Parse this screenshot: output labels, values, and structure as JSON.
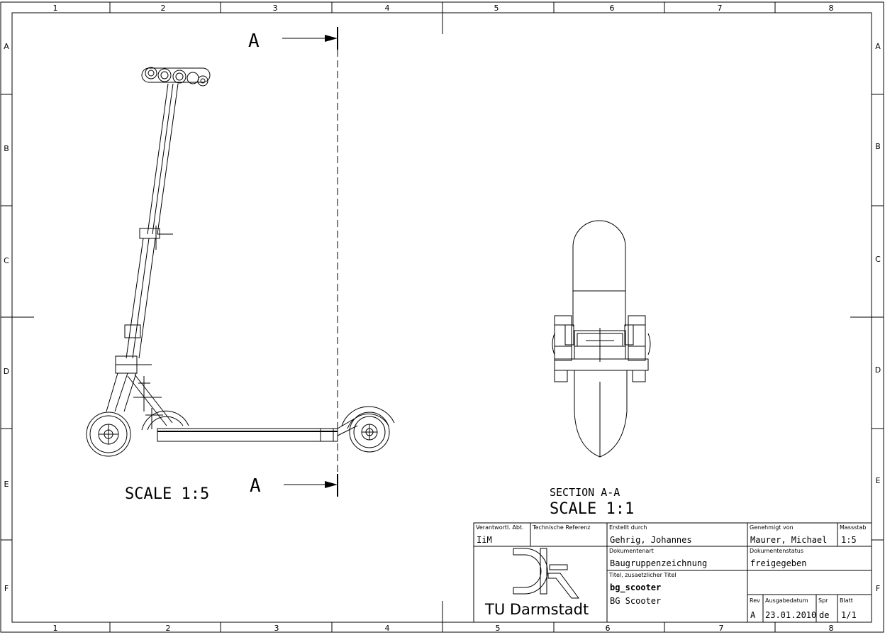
{
  "sheet": {
    "columns": [
      "1",
      "2",
      "3",
      "4",
      "5",
      "6",
      "7",
      "8"
    ],
    "rows": [
      "A",
      "B",
      "C",
      "D",
      "E",
      "F"
    ]
  },
  "section_marker": {
    "letter_top": "A",
    "letter_bottom": "A"
  },
  "views": {
    "main_scale": "SCALE 1:5",
    "section_title": "SECTION A-A",
    "section_scale": "SCALE 1:1"
  },
  "title_block": {
    "verantwortl_label": "Verantwortl. Abt.",
    "verantwortl_value": "IiM",
    "tech_ref_label": "Technische Referenz",
    "tech_ref_value": "",
    "erstellt_label": "Erstellt durch",
    "erstellt_value": "Gehrig, Johannes",
    "genehmigt_label": "Genehmigt von",
    "genehmigt_value": "Maurer, Michael",
    "massstab_label": "Massstab",
    "massstab_value": "1:5",
    "dokumentenart_label": "Dokumentenart",
    "dokumentenart_value": "Baugruppenzeichnung",
    "dokumentenstatus_label": "Dokumentenstatus",
    "dokumentenstatus_value": "freigegeben",
    "titel_label": "Titel, zusaetzlicher Titel",
    "titel_value_1": "bg_scooter",
    "titel_value_2": "BG Scooter",
    "rev_label": "Rev",
    "rev_value": "A",
    "ausgabe_label": "Ausgabedatum",
    "ausgabe_value": "23.01.2010",
    "spr_label": "Spr",
    "spr_value": "de",
    "blatt_label": "Blatt",
    "blatt_value": "1/1",
    "university": "TU Darmstadt"
  }
}
